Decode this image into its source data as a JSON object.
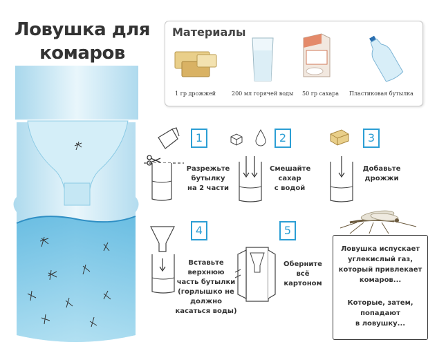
{
  "title": {
    "line1": "Ловушка для",
    "line2": "комаров"
  },
  "materials": {
    "heading": "Материалы",
    "items": [
      {
        "label": "1 гр дрожжей",
        "icon": "yeast-icon"
      },
      {
        "label": "200 мл горячей воды",
        "icon": "water-glass-icon"
      },
      {
        "label": "50 гр сахара",
        "icon": "sugar-box-icon"
      },
      {
        "label": "Пластиковая бутылка",
        "icon": "plastic-bottle-icon"
      }
    ]
  },
  "steps": [
    {
      "number": "1",
      "lines": [
        "Разрежьте",
        "бутылку",
        "на 2 части"
      ]
    },
    {
      "number": "2",
      "lines": [
        "Смешайте",
        "сахар",
        "с водой"
      ]
    },
    {
      "number": "3",
      "lines": [
        "Добавьте",
        "дрожжи"
      ]
    },
    {
      "number": "4",
      "lines": [
        "Вставьте",
        "верхнюю",
        "часть бутылки",
        "(горлышко не",
        "должно",
        "касаться воды)"
      ]
    },
    {
      "number": "5",
      "lines": [
        "Оберните",
        "всё",
        "картоном"
      ]
    }
  ],
  "note": {
    "lines": [
      "Ловушка испускает",
      "углекислый газ,",
      "который привлекает",
      "комаров..."
    ],
    "lines2": [
      "Которые, затем,",
      "попадают",
      "в ловушку..."
    ]
  },
  "colors": {
    "accent": "#2b9ed4",
    "bottle": "#bfe3f2",
    "water": "#7cc6e6"
  }
}
